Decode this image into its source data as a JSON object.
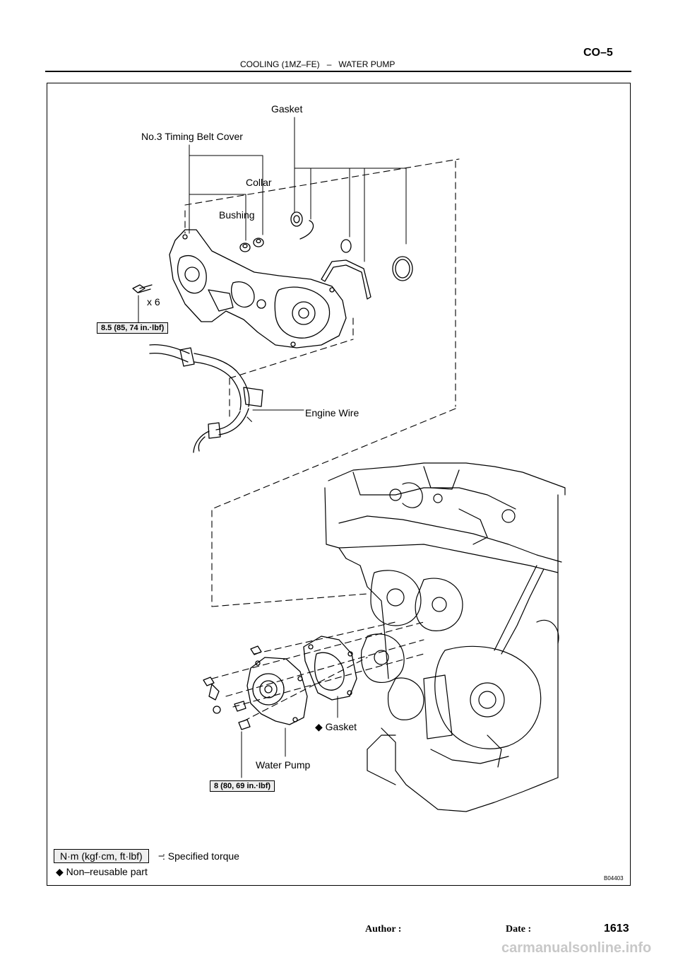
{
  "header": {
    "section": "COOLING (1MZ–FE)",
    "separator": "–",
    "subsection": "WATER PUMP",
    "page_code": "CO–5"
  },
  "callouts": {
    "gasket_top": "Gasket",
    "timing_belt_cover": "No.3 Timing Belt Cover",
    "collar": "Collar",
    "bushing": "Bushing",
    "bolt_count": "x 6",
    "torque_cover": "8.5 (85, 74 in.·lbf)",
    "engine_wire": "Engine Wire",
    "gasket_pump": "Gasket",
    "water_pump": "Water Pump",
    "torque_pump": "8 (80, 69 in.·lbf)"
  },
  "legend": {
    "unit_box": "N·m (kgf·cm, ft·lbf)",
    "specified": ": Specified torque",
    "non_reusable": "Non–reusable part",
    "diamond_symbol": "◆"
  },
  "figure_id": "B04403",
  "footer": {
    "author_label": "Author :",
    "date_label": "Date :",
    "page_number": "1613"
  },
  "watermark": "carmanualsonline.info"
}
